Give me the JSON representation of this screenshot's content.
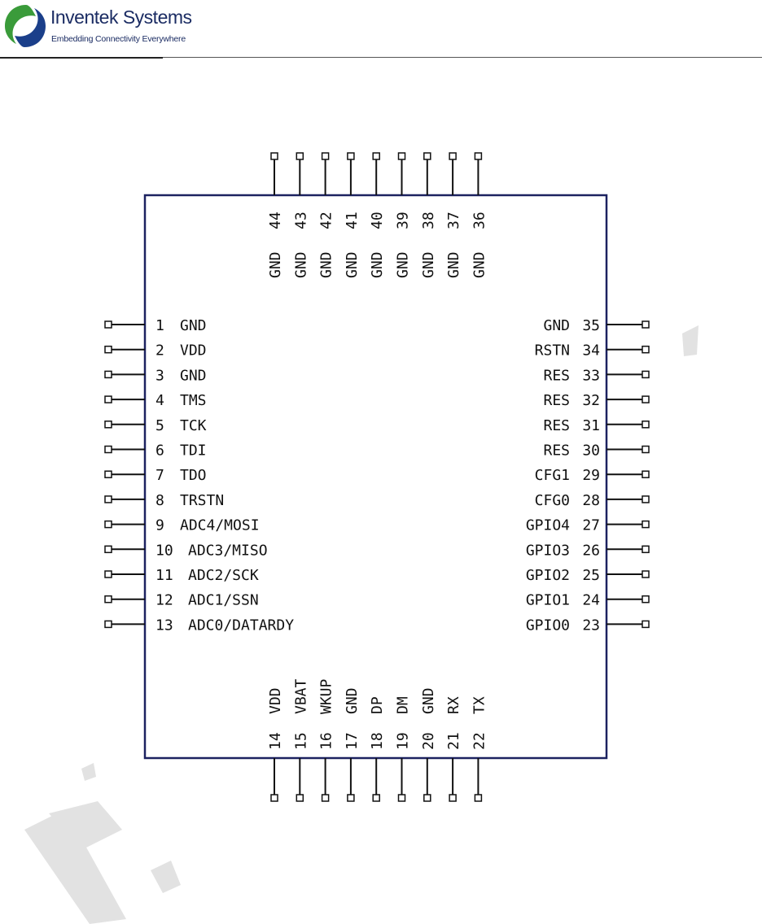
{
  "header": {
    "brand_name": "Inventek Systems",
    "tagline": "Embedding Connectivity Everywhere",
    "colors": {
      "logo_green": "#3a9b3a",
      "logo_blue": "#1b3f8a",
      "text": "#1b2c63"
    }
  },
  "diagram": {
    "body_color": "#1c2260",
    "left_pins": [
      {
        "num": "1",
        "name": "GND"
      },
      {
        "num": "2",
        "name": "VDD"
      },
      {
        "num": "3",
        "name": "GND"
      },
      {
        "num": "4",
        "name": "TMS"
      },
      {
        "num": "5",
        "name": "TCK"
      },
      {
        "num": "6",
        "name": "TDI"
      },
      {
        "num": "7",
        "name": "TDO"
      },
      {
        "num": "8",
        "name": "TRSTN"
      },
      {
        "num": "9",
        "name": "ADC4/MOSI"
      },
      {
        "num": "10",
        "name": "ADC3/MISO"
      },
      {
        "num": "11",
        "name": "ADC2/SCK"
      },
      {
        "num": "12",
        "name": "ADC1/SSN"
      },
      {
        "num": "13",
        "name": "ADC0/DATARDY"
      }
    ],
    "right_pins": [
      {
        "num": "35",
        "name": "GND"
      },
      {
        "num": "34",
        "name": "RSTN"
      },
      {
        "num": "33",
        "name": "RES"
      },
      {
        "num": "32",
        "name": "RES"
      },
      {
        "num": "31",
        "name": "RES"
      },
      {
        "num": "30",
        "name": "RES"
      },
      {
        "num": "29",
        "name": "CFG1"
      },
      {
        "num": "28",
        "name": "CFG0"
      },
      {
        "num": "27",
        "name": "GPIO4"
      },
      {
        "num": "26",
        "name": "GPIO3"
      },
      {
        "num": "25",
        "name": "GPIO2"
      },
      {
        "num": "24",
        "name": "GPIO1"
      },
      {
        "num": "23",
        "name": "GPIO0"
      }
    ],
    "top_pins": [
      {
        "num": "44",
        "name": "GND"
      },
      {
        "num": "43",
        "name": "GND"
      },
      {
        "num": "42",
        "name": "GND"
      },
      {
        "num": "41",
        "name": "GND"
      },
      {
        "num": "40",
        "name": "GND"
      },
      {
        "num": "39",
        "name": "GND"
      },
      {
        "num": "38",
        "name": "GND"
      },
      {
        "num": "37",
        "name": "GND"
      },
      {
        "num": "36",
        "name": "GND"
      }
    ],
    "bottom_pins": [
      {
        "num": "14",
        "name": "VDD"
      },
      {
        "num": "15",
        "name": "VBAT"
      },
      {
        "num": "16",
        "name": "WKUP"
      },
      {
        "num": "17",
        "name": "GND"
      },
      {
        "num": "18",
        "name": "DP"
      },
      {
        "num": "19",
        "name": "DM"
      },
      {
        "num": "20",
        "name": "GND"
      },
      {
        "num": "21",
        "name": "RX"
      },
      {
        "num": "22",
        "name": "TX"
      }
    ]
  }
}
